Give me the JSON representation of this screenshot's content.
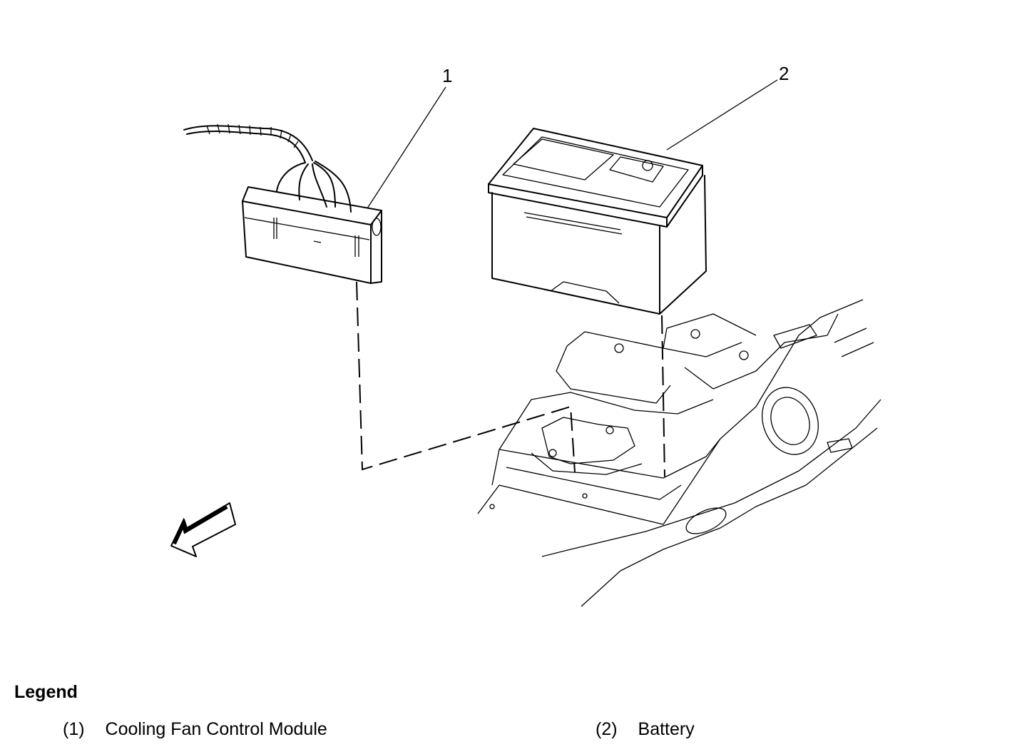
{
  "diagram": {
    "callouts": [
      "1",
      "2"
    ],
    "icons": [
      "forward-direction-arrow-icon"
    ]
  },
  "legend": {
    "title": "Legend",
    "items": [
      {
        "number": "(1)",
        "label": "Cooling Fan Control Module"
      },
      {
        "number": "(2)",
        "label": "Battery"
      }
    ]
  }
}
